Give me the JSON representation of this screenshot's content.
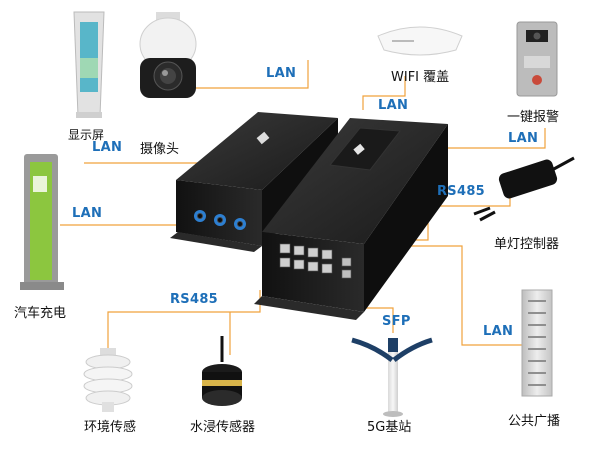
{
  "colors": {
    "line": "#f0a23c",
    "tag": "#1e6fb8",
    "device_body": "#1c1c1c",
    "charger_green": "#8cc63f"
  },
  "devices": {
    "display": "显示屏",
    "camera": "摄像头",
    "wifi": "WIFI 覆盖",
    "alarm": "一键报警",
    "ev_charger": "汽车充电",
    "lamp_controller": "单灯控制器",
    "env_sensor": "环境传感",
    "water_sensor": "水浸传感器",
    "base_station": "5G基站",
    "broadcast": "公共广播"
  },
  "links": {
    "display": "LAN",
    "camera": "LAN",
    "wifi": "LAN",
    "alarm": "LAN",
    "ev_charger": "LAN",
    "lamp_controller": "RS485",
    "sensors": "RS485",
    "base_station": "SFP",
    "broadcast": "LAN"
  }
}
